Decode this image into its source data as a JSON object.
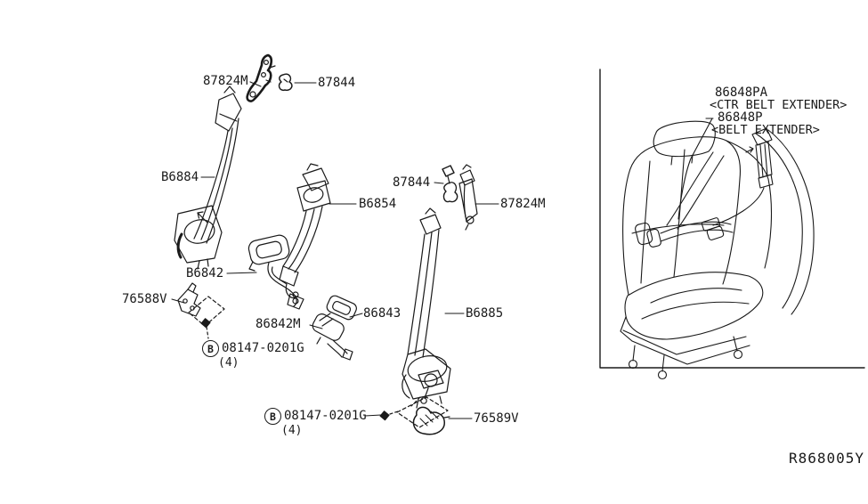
{
  "page": {
    "background_color": "#ffffff",
    "line_color": "#1a1a1a"
  },
  "diagram": {
    "ref_code": "R868005Y",
    "callouts": {
      "belt_anchor_upper_left": "87824M",
      "bolt_upper_left": "87844",
      "belt_assy_front_lh": "B6884",
      "bolt_center": "87844",
      "belt_assy_front_ctr": "B6854",
      "belt_anchor_center": "87824M",
      "buckle_belt_assy_ctr": "B6842",
      "bracket_front": "76588V",
      "buckle_belt_assy_lh": "86842M",
      "buckle_belt_assy_rh": "86843",
      "belt_assy_front_rh": "B6885",
      "bracket_rear": "76589V"
    },
    "fastener_callouts": [
      {
        "symbol": "B",
        "part_number": "08147-0201G",
        "quantity": "(4)"
      },
      {
        "symbol": "B",
        "part_number": "08147-0201G",
        "quantity": "(4)"
      }
    ],
    "extender_labels": {
      "ctr_code": "86848PA",
      "ctr_desc": "<CTR BELT EXTENDER>",
      "code": "86848P",
      "desc": "<BELT EXTENDER>"
    }
  }
}
